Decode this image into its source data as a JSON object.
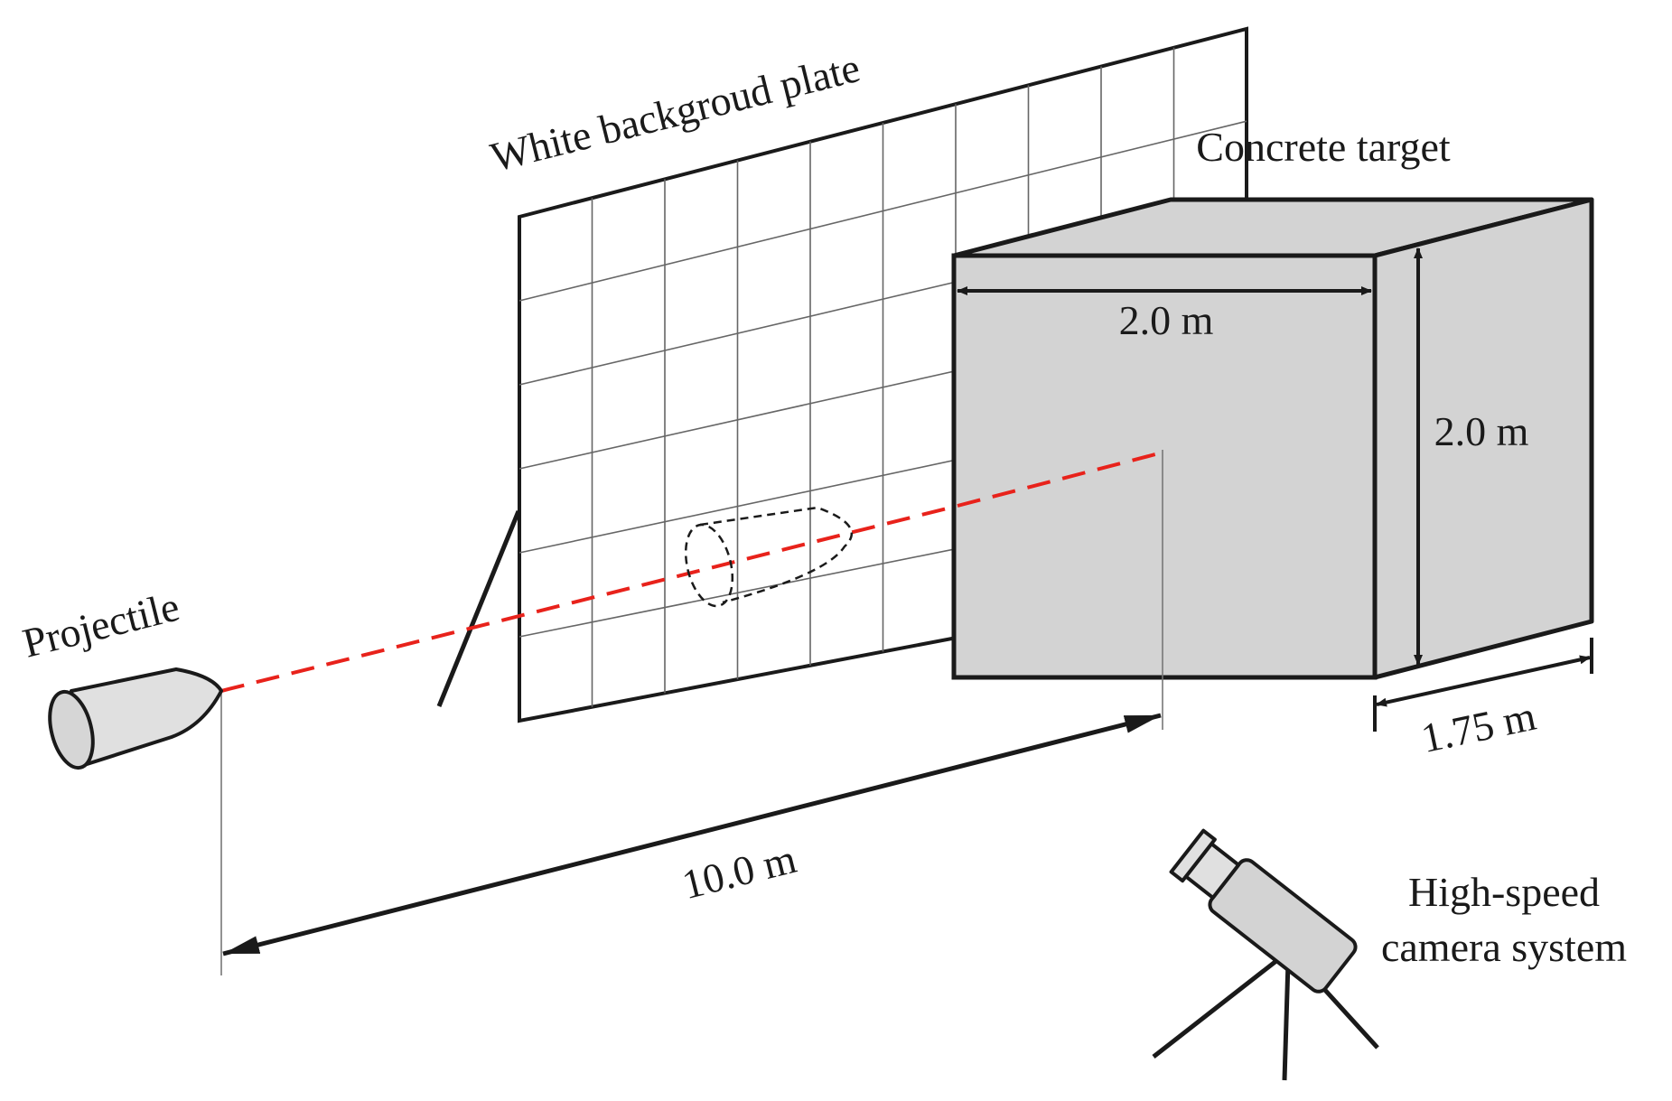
{
  "labels": {
    "plate": "White backgroud plate",
    "target": "Concrete target",
    "projectile": "Projectile",
    "camera_line1": "High-speed",
    "camera_line2": "camera system"
  },
  "dimensions": {
    "target_width": "2.0 m",
    "target_height": "2.0 m",
    "target_depth": "1.75 m",
    "distance": "10.0 m"
  },
  "colors": {
    "trajectory": "#e8221b",
    "target_fill": "#d3d3d3",
    "line": "#1a1a1a",
    "projectile_fill": "#e0e0e0"
  },
  "icons": {
    "projectile": "projectile-icon",
    "camera": "high-speed-camera-icon"
  }
}
